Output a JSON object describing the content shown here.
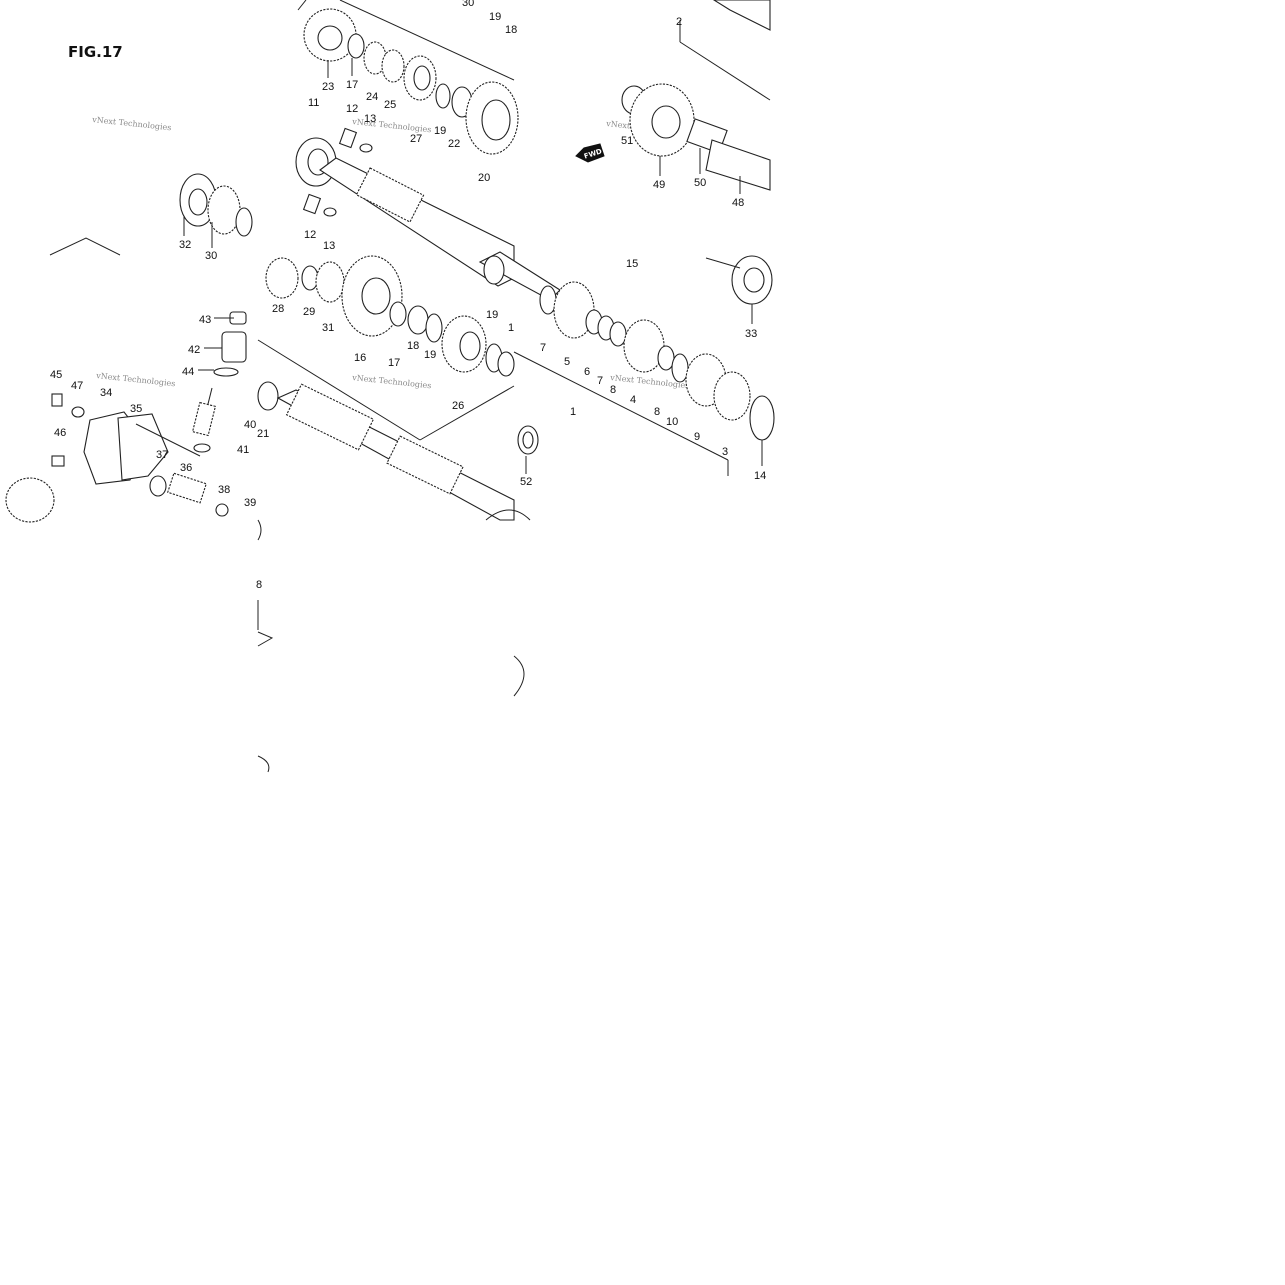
{
  "figure": {
    "title": "FIG.17",
    "watermark": "vNext Technologies",
    "forward_label": "FWD"
  },
  "callouts": [
    {
      "id": "c30",
      "label": "30"
    },
    {
      "id": "c19a",
      "label": "19"
    },
    {
      "id": "c18a",
      "label": "18"
    },
    {
      "id": "c2",
      "label": "2"
    },
    {
      "id": "c23",
      "label": "23"
    },
    {
      "id": "c17a",
      "label": "17"
    },
    {
      "id": "c24",
      "label": "24"
    },
    {
      "id": "c25",
      "label": "25"
    },
    {
      "id": "c27",
      "label": "27"
    },
    {
      "id": "c19b",
      "label": "19"
    },
    {
      "id": "c22",
      "label": "22"
    },
    {
      "id": "c20",
      "label": "20"
    },
    {
      "id": "c11",
      "label": "11"
    },
    {
      "id": "c12a",
      "label": "12"
    },
    {
      "id": "c13a",
      "label": "13"
    },
    {
      "id": "c12b",
      "label": "12"
    },
    {
      "id": "c13b",
      "label": "13"
    },
    {
      "id": "c32",
      "label": "32"
    },
    {
      "id": "c30b",
      "label": "30"
    },
    {
      "id": "c51",
      "label": "51"
    },
    {
      "id": "c49",
      "label": "49"
    },
    {
      "id": "c50",
      "label": "50"
    },
    {
      "id": "c48",
      "label": "48"
    },
    {
      "id": "c15",
      "label": "15"
    },
    {
      "id": "c33",
      "label": "33"
    },
    {
      "id": "c28",
      "label": "28"
    },
    {
      "id": "c29",
      "label": "29"
    },
    {
      "id": "c31",
      "label": "31"
    },
    {
      "id": "c16",
      "label": "16"
    },
    {
      "id": "c17b",
      "label": "17"
    },
    {
      "id": "c18b",
      "label": "18"
    },
    {
      "id": "c19c",
      "label": "19"
    },
    {
      "id": "c19d",
      "label": "19"
    },
    {
      "id": "c1a",
      "label": "1"
    },
    {
      "id": "c26",
      "label": "26"
    },
    {
      "id": "c7a",
      "label": "7"
    },
    {
      "id": "c5",
      "label": "5"
    },
    {
      "id": "c6",
      "label": "6"
    },
    {
      "id": "c7b",
      "label": "7"
    },
    {
      "id": "c8a",
      "label": "8"
    },
    {
      "id": "c4",
      "label": "4"
    },
    {
      "id": "c8b",
      "label": "8"
    },
    {
      "id": "c10",
      "label": "10"
    },
    {
      "id": "c9",
      "label": "9"
    },
    {
      "id": "c3",
      "label": "3"
    },
    {
      "id": "c14",
      "label": "14"
    },
    {
      "id": "c1b",
      "label": "1"
    },
    {
      "id": "c43",
      "label": "43"
    },
    {
      "id": "c42",
      "label": "42"
    },
    {
      "id": "c44",
      "label": "44"
    },
    {
      "id": "c45",
      "label": "45"
    },
    {
      "id": "c47",
      "label": "47"
    },
    {
      "id": "c34",
      "label": "34"
    },
    {
      "id": "c35",
      "label": "35"
    },
    {
      "id": "c40",
      "label": "40"
    },
    {
      "id": "c41",
      "label": "41"
    },
    {
      "id": "c46",
      "label": "46"
    },
    {
      "id": "c37",
      "label": "37"
    },
    {
      "id": "c36",
      "label": "36"
    },
    {
      "id": "c38",
      "label": "38"
    },
    {
      "id": "c39",
      "label": "39"
    },
    {
      "id": "c21",
      "label": "21"
    },
    {
      "id": "c52",
      "label": "52"
    },
    {
      "id": "c8c",
      "label": "8"
    }
  ]
}
